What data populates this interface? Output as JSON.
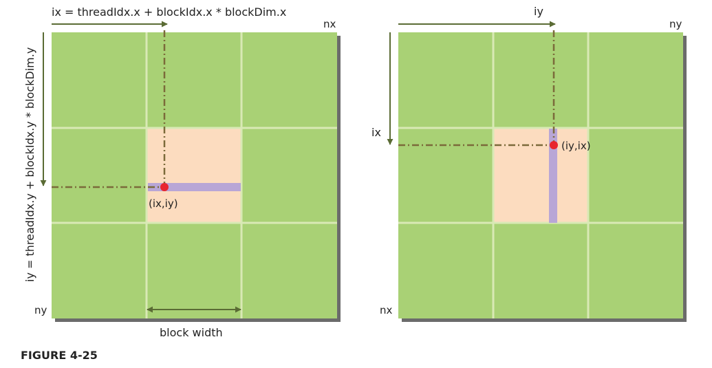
{
  "figure": {
    "caption": "FIGURE 4-25"
  },
  "left_panel": {
    "ix_formula": "ix = threadIdx.x + blockIdx.x * blockDim.x",
    "iy_formula": "iy = threadIdx.y + blockIdx.y * blockDim.y",
    "corner_top_right": "nx",
    "corner_bottom_left": "ny",
    "point_label": "(ix,iy)",
    "block_width_label": "block width"
  },
  "right_panel": {
    "top_axis_label": "iy",
    "left_axis_label": "ix",
    "corner_top_right": "ny",
    "corner_bottom_left": "nx",
    "point_label": "(iy,ix)"
  },
  "colors": {
    "grid_fill": "#a9d175",
    "grid_lines": "#d9e9b5",
    "shadow": "#6b6b6b",
    "highlight_block": "#fcdcbf",
    "thread_bar": "#b8a6d6",
    "point": "#e8262e",
    "arrow": "#5a6b34",
    "dashdot": "#7b6a3a"
  }
}
